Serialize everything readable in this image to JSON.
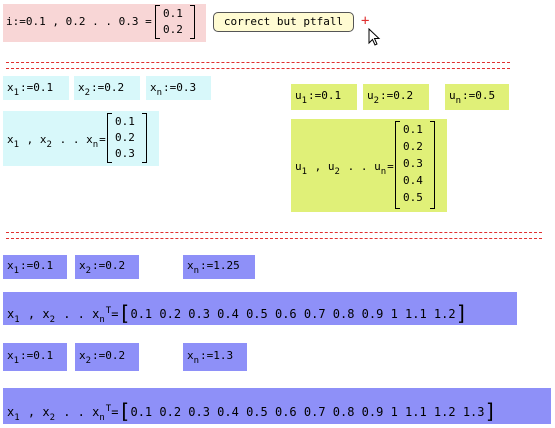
{
  "colors": {
    "pink": "#f8d6d6",
    "cyan": "#d8f8fa",
    "yellow_green": "#e0f078",
    "purple": "#8e90f8",
    "separator": "#e03030",
    "button_bg": "#fffbd2"
  },
  "top": {
    "expr_lhs": "i:=0.1 , 0.2 . . 0.3 =",
    "matrix": [
      "0.1",
      "0.2"
    ],
    "button_label": "correct but ptfall"
  },
  "cyan": {
    "x1": "0.1",
    "x2": "0.2",
    "xn": "0.3",
    "matrix": [
      "0.1",
      "0.2",
      "0.3"
    ]
  },
  "yellow": {
    "u1": "0.1",
    "u2": "0.2",
    "un": "0.5",
    "matrix": [
      "0.1",
      "0.2",
      "0.3",
      "0.4",
      "0.5"
    ]
  },
  "purple1": {
    "x1": "0.1",
    "x2": "0.2",
    "xn": "1.25",
    "row": "0.1  0.2  0.3  0.4  0.5  0.6  0.7  0.8  0.9  1  1.1  1.2"
  },
  "purple2": {
    "x1": "0.1",
    "x2": "0.2",
    "xn": "1.3",
    "row": "0.1  0.2  0.3  0.4  0.5  0.6  0.7  0.8  0.9  1  1.1  1.2  1.3"
  },
  "labels": {
    "x": "x",
    "u": "u",
    "sub1": "1",
    "sub2": "2",
    "subn": "n",
    "assign": ":=",
    "range_sep": " , ",
    "range_dots": " . . ",
    "equals": "=",
    "T": "T"
  }
}
